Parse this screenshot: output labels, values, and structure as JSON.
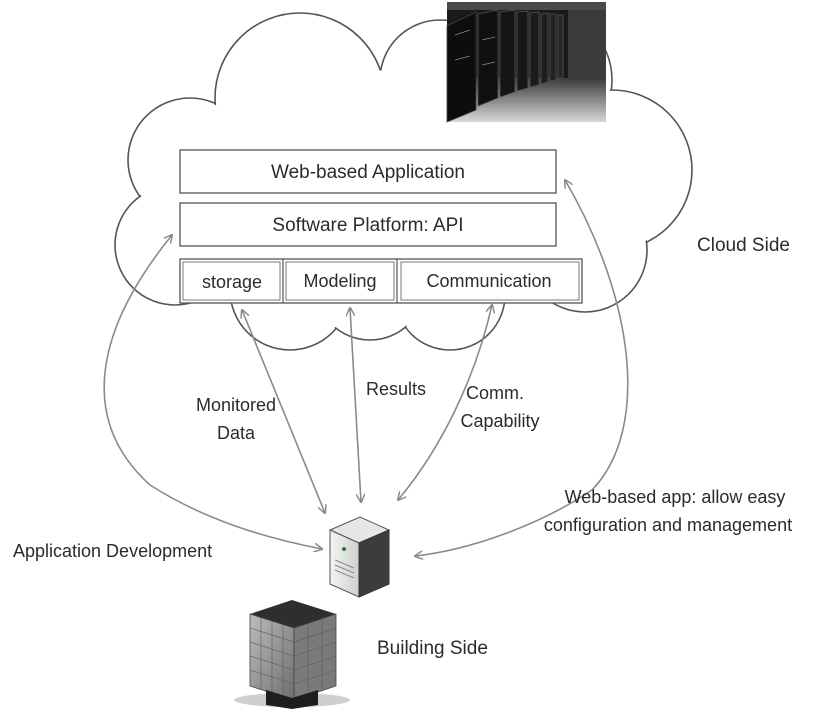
{
  "cloud": {
    "label": "Cloud Side",
    "layers": {
      "app": "Web-based Application",
      "platform": "Software Platform: API",
      "modules": [
        "storage",
        "Modeling",
        "Communication"
      ]
    }
  },
  "building": {
    "label": "Building Side"
  },
  "arrows": {
    "monitored_data": [
      "Monitored",
      "Data"
    ],
    "results": "Results",
    "comm_capability": [
      "Comm.",
      "Capability"
    ],
    "app_development": "Application Development",
    "web_app_note": [
      "Web-based app: allow easy",
      "configuration and management"
    ]
  },
  "icons": [
    "datacenter-photo-icon",
    "server-tower-icon",
    "office-building-icon"
  ],
  "colors": {
    "stroke": "#6a6a6a",
    "arrow": "#8a8a8a",
    "text": "#2b2b2b"
  }
}
